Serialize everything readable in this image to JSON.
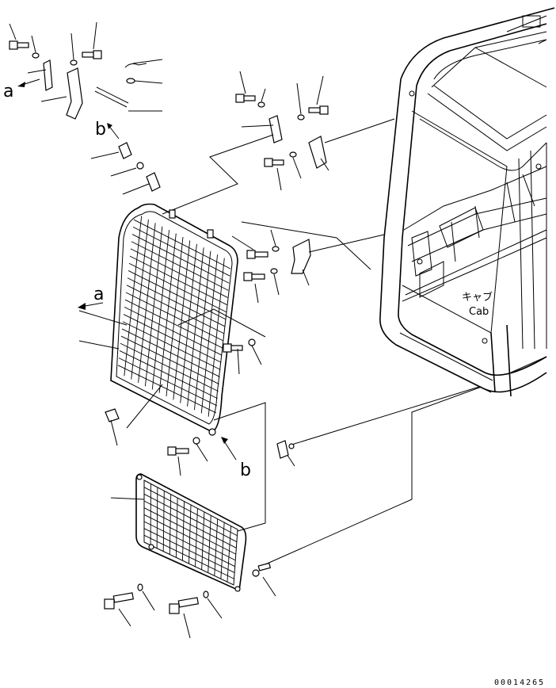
{
  "labels": {
    "view_a_top": "a",
    "view_b_top": "b",
    "view_a_guard": "a",
    "view_b_bottom": "b"
  },
  "cab": {
    "label_jp": "キャブ",
    "label_en": "Cab"
  },
  "drawing_number": "00014265"
}
